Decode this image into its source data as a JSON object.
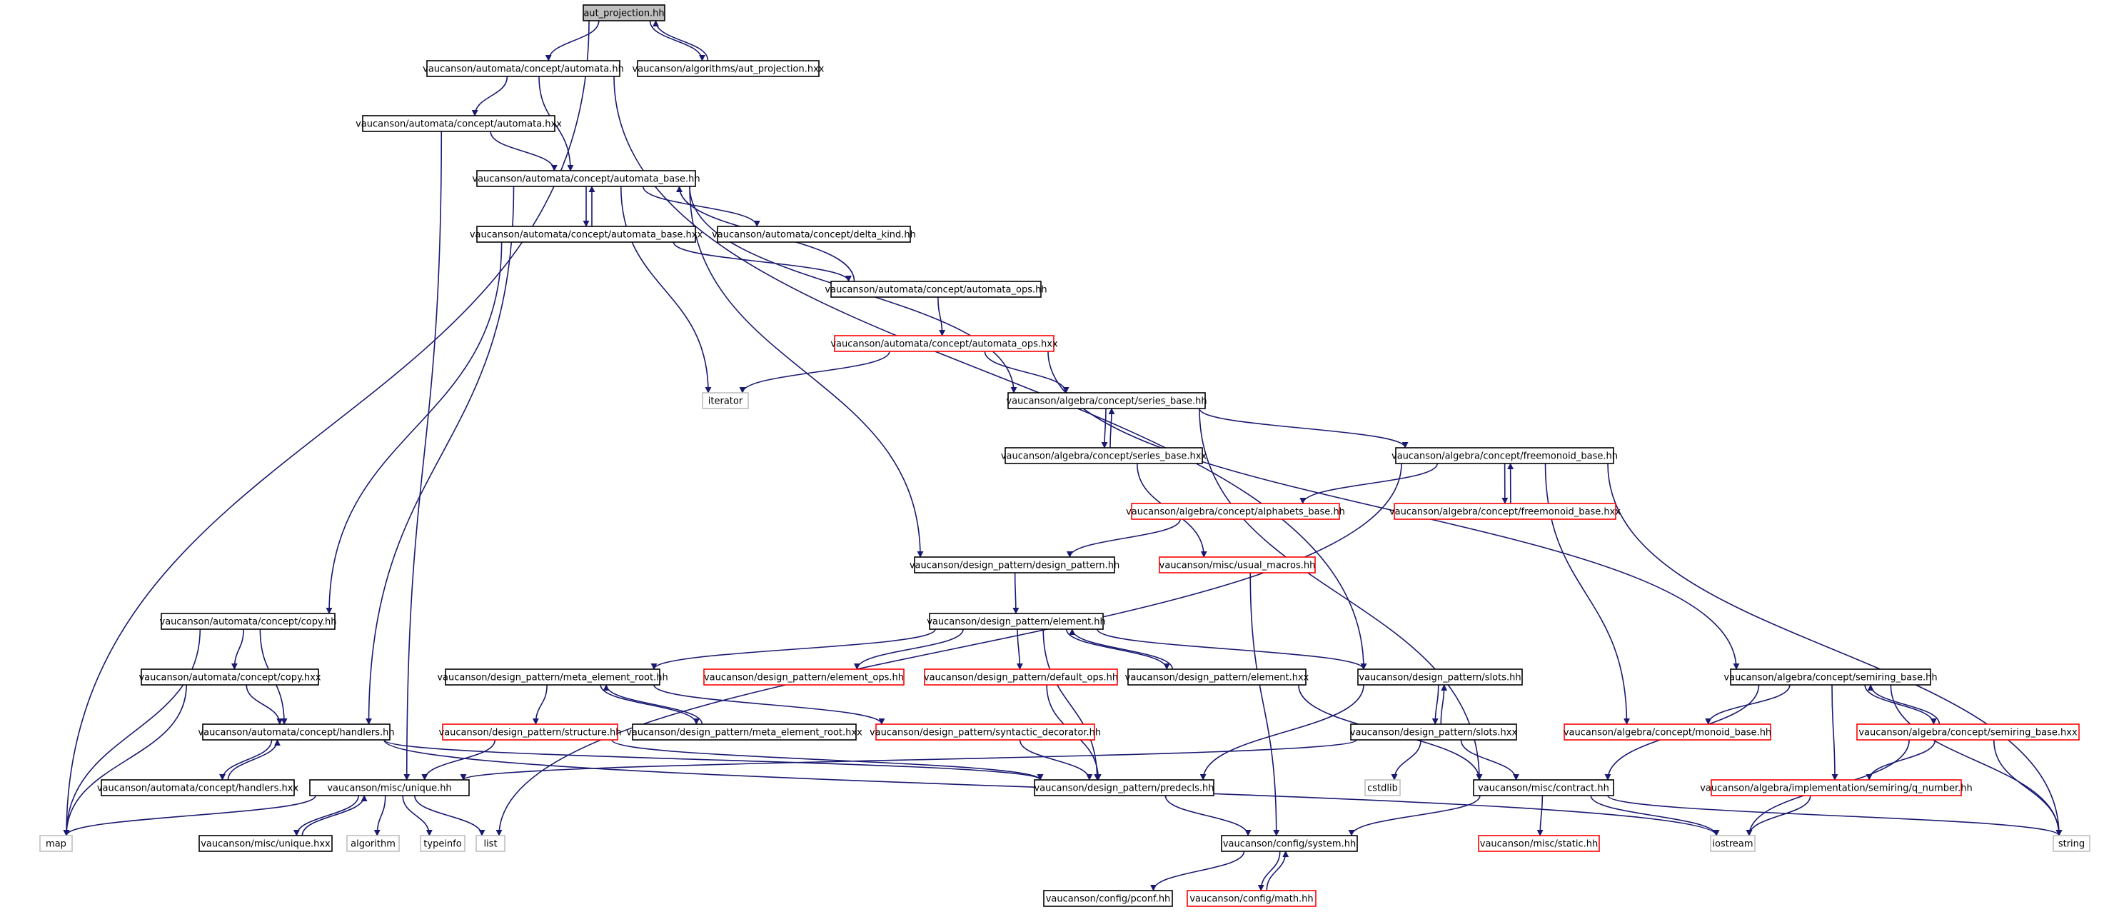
{
  "graph": {
    "title": "aut_projection.hh",
    "colors": {
      "edge": "#191970",
      "node_border_normal": "#000000",
      "node_border_truncated": "#ff0000",
      "node_border_system": "#bfbfbf",
      "root_fill": "#bfbfbf",
      "node_fill": "#ffffff"
    },
    "nodes": [
      {
        "id": "root",
        "label": "aut_projection.hh",
        "kind": "root"
      },
      {
        "id": "aut_projection_hxx",
        "label": "vaucanson/algorithms/aut_projection.hxx",
        "kind": "normal"
      },
      {
        "id": "automata_hh",
        "label": "vaucanson/automata/concept/automata.hh",
        "kind": "normal"
      },
      {
        "id": "automata_hxx",
        "label": "vaucanson/automata/concept/automata.hxx",
        "kind": "normal"
      },
      {
        "id": "automata_base_hh",
        "label": "vaucanson/automata/concept/automata_base.hh",
        "kind": "normal"
      },
      {
        "id": "automata_base_hxx",
        "label": "vaucanson/automata/concept/automata_base.hxx",
        "kind": "normal"
      },
      {
        "id": "delta_kind_hh",
        "label": "vaucanson/automata/concept/delta_kind.hh",
        "kind": "normal"
      },
      {
        "id": "automata_ops_hh",
        "label": "vaucanson/automata/concept/automata_ops.hh",
        "kind": "normal"
      },
      {
        "id": "automata_ops_hxx",
        "label": "vaucanson/automata/concept/automata_ops.hxx",
        "kind": "truncated"
      },
      {
        "id": "iterator",
        "label": "iterator",
        "kind": "system"
      },
      {
        "id": "series_base_hh",
        "label": "vaucanson/algebra/concept/series_base.hh",
        "kind": "normal"
      },
      {
        "id": "series_base_hxx",
        "label": "vaucanson/algebra/concept/series_base.hxx",
        "kind": "normal"
      },
      {
        "id": "freemonoid_base_hh",
        "label": "vaucanson/algebra/concept/freemonoid_base.hh",
        "kind": "normal"
      },
      {
        "id": "alphabets_base_hh",
        "label": "vaucanson/algebra/concept/alphabets_base.hh",
        "kind": "truncated"
      },
      {
        "id": "freemonoid_base_hxx",
        "label": "vaucanson/algebra/concept/freemonoid_base.hxx",
        "kind": "truncated"
      },
      {
        "id": "design_pattern_hh",
        "label": "vaucanson/design_pattern/design_pattern.hh",
        "kind": "normal"
      },
      {
        "id": "usual_macros_hh",
        "label": "vaucanson/misc/usual_macros.hh",
        "kind": "truncated"
      },
      {
        "id": "element_hh",
        "label": "vaucanson/design_pattern/element.hh",
        "kind": "normal"
      },
      {
        "id": "copy_hh",
        "label": "vaucanson/automata/concept/copy.hh",
        "kind": "normal"
      },
      {
        "id": "copy_hxx",
        "label": "vaucanson/automata/concept/copy.hxx",
        "kind": "normal"
      },
      {
        "id": "meta_element_root_hh",
        "label": "vaucanson/design_pattern/meta_element_root.hh",
        "kind": "normal"
      },
      {
        "id": "element_ops_hh",
        "label": "vaucanson/design_pattern/element_ops.hh",
        "kind": "truncated"
      },
      {
        "id": "default_ops_hh",
        "label": "vaucanson/design_pattern/default_ops.hh",
        "kind": "truncated"
      },
      {
        "id": "element_hxx",
        "label": "vaucanson/design_pattern/element.hxx",
        "kind": "normal"
      },
      {
        "id": "slots_hh",
        "label": "vaucanson/design_pattern/slots.hh",
        "kind": "normal"
      },
      {
        "id": "semiring_base_hh",
        "label": "vaucanson/algebra/concept/semiring_base.hh",
        "kind": "normal"
      },
      {
        "id": "structure_hh",
        "label": "vaucanson/design_pattern/structure.hh",
        "kind": "truncated"
      },
      {
        "id": "meta_element_root_hxx",
        "label": "vaucanson/design_pattern/meta_element_root.hxx",
        "kind": "normal"
      },
      {
        "id": "syntactic_decorator_hh",
        "label": "vaucanson/design_pattern/syntactic_decorator.hh",
        "kind": "truncated"
      },
      {
        "id": "slots_hxx",
        "label": "vaucanson/design_pattern/slots.hxx",
        "kind": "normal"
      },
      {
        "id": "monoid_base_hh",
        "label": "vaucanson/algebra/concept/monoid_base.hh",
        "kind": "truncated"
      },
      {
        "id": "semiring_base_hxx",
        "label": "vaucanson/algebra/concept/semiring_base.hxx",
        "kind": "truncated"
      },
      {
        "id": "handlers_hh",
        "label": "vaucanson/automata/concept/handlers.hh",
        "kind": "normal"
      },
      {
        "id": "handlers_hxx",
        "label": "vaucanson/automata/concept/handlers.hxx",
        "kind": "normal"
      },
      {
        "id": "unique_hh",
        "label": "vaucanson/misc/unique.hh",
        "kind": "normal"
      },
      {
        "id": "predecls_hh",
        "label": "vaucanson/design_pattern/predecls.hh",
        "kind": "normal"
      },
      {
        "id": "cstdlib",
        "label": "cstdlib",
        "kind": "system"
      },
      {
        "id": "contract_hh",
        "label": "vaucanson/misc/contract.hh",
        "kind": "normal"
      },
      {
        "id": "q_number_hh",
        "label": "vaucanson/algebra/implementation/semiring/q_number.hh",
        "kind": "truncated"
      },
      {
        "id": "map",
        "label": "map",
        "kind": "system"
      },
      {
        "id": "unique_hxx",
        "label": "vaucanson/misc/unique.hxx",
        "kind": "normal"
      },
      {
        "id": "algorithm",
        "label": "algorithm",
        "kind": "system"
      },
      {
        "id": "typeinfo",
        "label": "typeinfo",
        "kind": "system"
      },
      {
        "id": "list",
        "label": "list",
        "kind": "system"
      },
      {
        "id": "system_hh",
        "label": "vaucanson/config/system.hh",
        "kind": "normal"
      },
      {
        "id": "static_hh",
        "label": "vaucanson/misc/static.hh",
        "kind": "truncated"
      },
      {
        "id": "iostream",
        "label": "iostream",
        "kind": "system"
      },
      {
        "id": "string",
        "label": "string",
        "kind": "system"
      },
      {
        "id": "pconf_hh",
        "label": "vaucanson/config/pconf.hh",
        "kind": "normal"
      },
      {
        "id": "math_hh",
        "label": "vaucanson/config/math.hh",
        "kind": "truncated"
      }
    ],
    "edges": [
      [
        "root",
        "automata_hh"
      ],
      [
        "root",
        "aut_projection_hxx"
      ],
      [
        "aut_projection_hxx",
        "root"
      ],
      [
        "root",
        "map"
      ],
      [
        "automata_hh",
        "automata_hxx"
      ],
      [
        "automata_hh",
        "automata_base_hh"
      ],
      [
        "automata_hh",
        "slots_hh"
      ],
      [
        "automata_hxx",
        "automata_base_hh"
      ],
      [
        "automata_hxx",
        "unique_hh"
      ],
      [
        "automata_base_hh",
        "automata_base_hxx"
      ],
      [
        "automata_base_hxx",
        "automata_base_hh"
      ],
      [
        "automata_base_hh",
        "delta_kind_hh"
      ],
      [
        "automata_base_hh",
        "iterator"
      ],
      [
        "automata_base_hh",
        "series_base_hh"
      ],
      [
        "automata_base_hh",
        "design_pattern_hh"
      ],
      [
        "automata_base_hh",
        "handlers_hh"
      ],
      [
        "automata_base_hxx",
        "automata_ops_hh"
      ],
      [
        "automata_base_hxx",
        "copy_hh"
      ],
      [
        "automata_ops_hh",
        "automata_base_hh"
      ],
      [
        "automata_ops_hh",
        "automata_ops_hxx"
      ],
      [
        "automata_ops_hxx",
        "iterator"
      ],
      [
        "automata_ops_hxx",
        "series_base_hh"
      ],
      [
        "automata_ops_hxx",
        "semiring_base_hh"
      ],
      [
        "series_base_hh",
        "series_base_hxx"
      ],
      [
        "series_base_hxx",
        "series_base_hh"
      ],
      [
        "series_base_hh",
        "freemonoid_base_hh"
      ],
      [
        "series_base_hh",
        "contract_hh"
      ],
      [
        "series_base_hxx",
        "usual_macros_hh"
      ],
      [
        "freemonoid_base_hh",
        "alphabets_base_hh"
      ],
      [
        "freemonoid_base_hh",
        "freemonoid_base_hxx"
      ],
      [
        "freemonoid_base_hxx",
        "freemonoid_base_hh"
      ],
      [
        "freemonoid_base_hh",
        "monoid_base_hh"
      ],
      [
        "freemonoid_base_hh",
        "string"
      ],
      [
        "freemonoid_base_hh",
        "list"
      ],
      [
        "alphabets_base_hh",
        "design_pattern_hh"
      ],
      [
        "design_pattern_hh",
        "element_hh"
      ],
      [
        "usual_macros_hh",
        "system_hh"
      ],
      [
        "element_hh",
        "meta_element_root_hh"
      ],
      [
        "element_hh",
        "element_ops_hh"
      ],
      [
        "element_hh",
        "default_ops_hh"
      ],
      [
        "element_hh",
        "element_hxx"
      ],
      [
        "element_hxx",
        "element_hh"
      ],
      [
        "element_hh",
        "slots_hh"
      ],
      [
        "element_hh",
        "predecls_hh"
      ],
      [
        "copy_hh",
        "copy_hxx"
      ],
      [
        "copy_hh",
        "handlers_hh"
      ],
      [
        "copy_hh",
        "map"
      ],
      [
        "copy_hxx",
        "handlers_hh"
      ],
      [
        "copy_hxx",
        "map"
      ],
      [
        "meta_element_root_hh",
        "structure_hh"
      ],
      [
        "meta_element_root_hh",
        "meta_element_root_hxx"
      ],
      [
        "meta_element_root_hxx",
        "meta_element_root_hh"
      ],
      [
        "meta_element_root_hh",
        "syntactic_decorator_hh"
      ],
      [
        "default_ops_hh",
        "predecls_hh"
      ],
      [
        "element_hxx",
        "contract_hh"
      ],
      [
        "slots_hh",
        "slots_hxx"
      ],
      [
        "slots_hxx",
        "slots_hh"
      ],
      [
        "slots_hh",
        "predecls_hh"
      ],
      [
        "slots_hxx",
        "unique_hh"
      ],
      [
        "slots_hxx",
        "cstdlib"
      ],
      [
        "slots_hxx",
        "contract_hh"
      ],
      [
        "semiring_base_hh",
        "monoid_base_hh"
      ],
      [
        "semiring_base_hh",
        "semiring_base_hxx"
      ],
      [
        "semiring_base_hxx",
        "semiring_base_hh"
      ],
      [
        "semiring_base_hh",
        "q_number_hh"
      ],
      [
        "semiring_base_hh",
        "contract_hh"
      ],
      [
        "semiring_base_hh",
        "string"
      ],
      [
        "semiring_base_hxx",
        "q_number_hh"
      ],
      [
        "semiring_base_hxx",
        "iostream"
      ],
      [
        "semiring_base_hxx",
        "string"
      ],
      [
        "structure_hh",
        "predecls_hh"
      ],
      [
        "structure_hh",
        "unique_hh"
      ],
      [
        "syntactic_decorator_hh",
        "predecls_hh"
      ],
      [
        "handlers_hh",
        "handlers_hxx"
      ],
      [
        "handlers_hxx",
        "handlers_hh"
      ],
      [
        "handlers_hh",
        "predecls_hh"
      ],
      [
        "handlers_hh",
        "iostream"
      ],
      [
        "unique_hh",
        "unique_hxx"
      ],
      [
        "unique_hxx",
        "unique_hh"
      ],
      [
        "unique_hh",
        "map"
      ],
      [
        "unique_hh",
        "algorithm"
      ],
      [
        "unique_hh",
        "typeinfo"
      ],
      [
        "unique_hh",
        "list"
      ],
      [
        "predecls_hh",
        "system_hh"
      ],
      [
        "contract_hh",
        "system_hh"
      ],
      [
        "contract_hh",
        "static_hh"
      ],
      [
        "contract_hh",
        "iostream"
      ],
      [
        "contract_hh",
        "string"
      ],
      [
        "q_number_hh",
        "iostream"
      ],
      [
        "system_hh",
        "pconf_hh"
      ],
      [
        "system_hh",
        "math_hh"
      ],
      [
        "math_hh",
        "system_hh"
      ]
    ]
  }
}
